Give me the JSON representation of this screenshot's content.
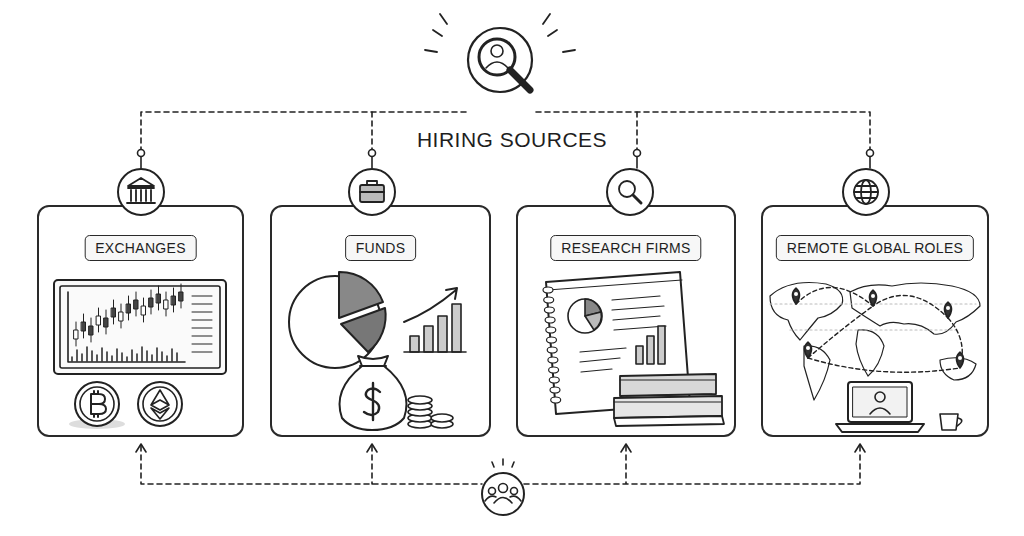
{
  "diagram": {
    "title": "HIRING SOURCES",
    "nodes": [
      {
        "text": [
          "EXCHANGES"
        ]
      },
      {
        "text": [
          "FUNDS"
        ]
      },
      {
        "text": [
          "RESEARCH FIRMS"
        ]
      },
      {
        "text": [
          "REMOTE GLOBAL ROLES"
        ]
      }
    ]
  }
}
